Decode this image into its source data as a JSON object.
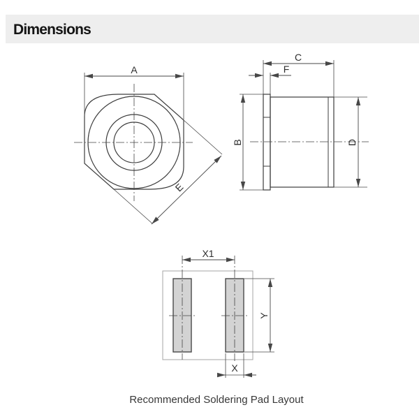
{
  "header": {
    "title": "Dimensions"
  },
  "views": {
    "front": {
      "labels": {
        "a": "A",
        "e": "E"
      }
    },
    "side": {
      "labels": {
        "b": "B",
        "c": "C",
        "d": "D",
        "f": "F"
      }
    },
    "pad": {
      "labels": {
        "x1": "X1",
        "x": "X",
        "y": "Y"
      },
      "caption": "Recommended Soldering Pad Layout"
    }
  },
  "colors": {
    "header_bg": "#eeeeee",
    "title_text": "#141414",
    "drawing_line": "#3d3d3d",
    "dimension_line": "#474747",
    "pad_fill": "#d3d3d3",
    "pad_border": "#4a4a4a",
    "layout_box": "#a5a5a5",
    "label_text": "#2e2e2e"
  }
}
